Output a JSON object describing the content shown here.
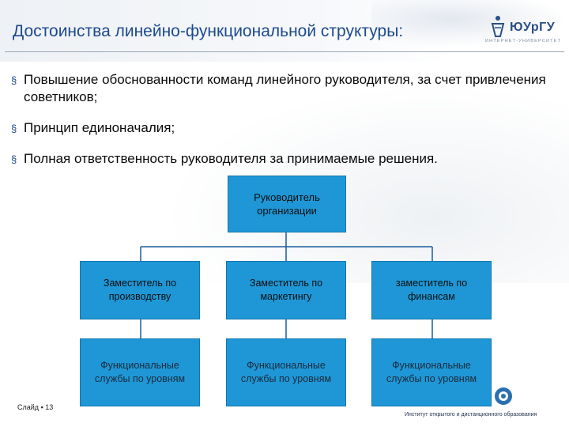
{
  "header": {
    "title": "Достоинства линейно-функциональной структуры:",
    "logo_text": "ЮУрГУ",
    "logo_sub": "ИНТЕРНЕТ-УНИВЕРСИТЕТ"
  },
  "bullets": [
    "Повышение обоснованности команд линейного руководителя, за счет привлечения советников;",
    "Принцип единоначалия;",
    "Полная ответственность руководителя за принимаемые решения."
  ],
  "org_chart": {
    "top": "Руководитель организации",
    "deputies": [
      "Заместитель по производству",
      "Заместитель по маркетингу",
      "заместитель по финансам"
    ],
    "services": [
      "Функциональные службы по уровням",
      "Функциональные службы по уровням",
      "Функциональные службы по уровням"
    ]
  },
  "footer": {
    "slide_label": "Слайд",
    "slide_number": "13",
    "institute": "Институт открытого и дистанционного образования"
  }
}
